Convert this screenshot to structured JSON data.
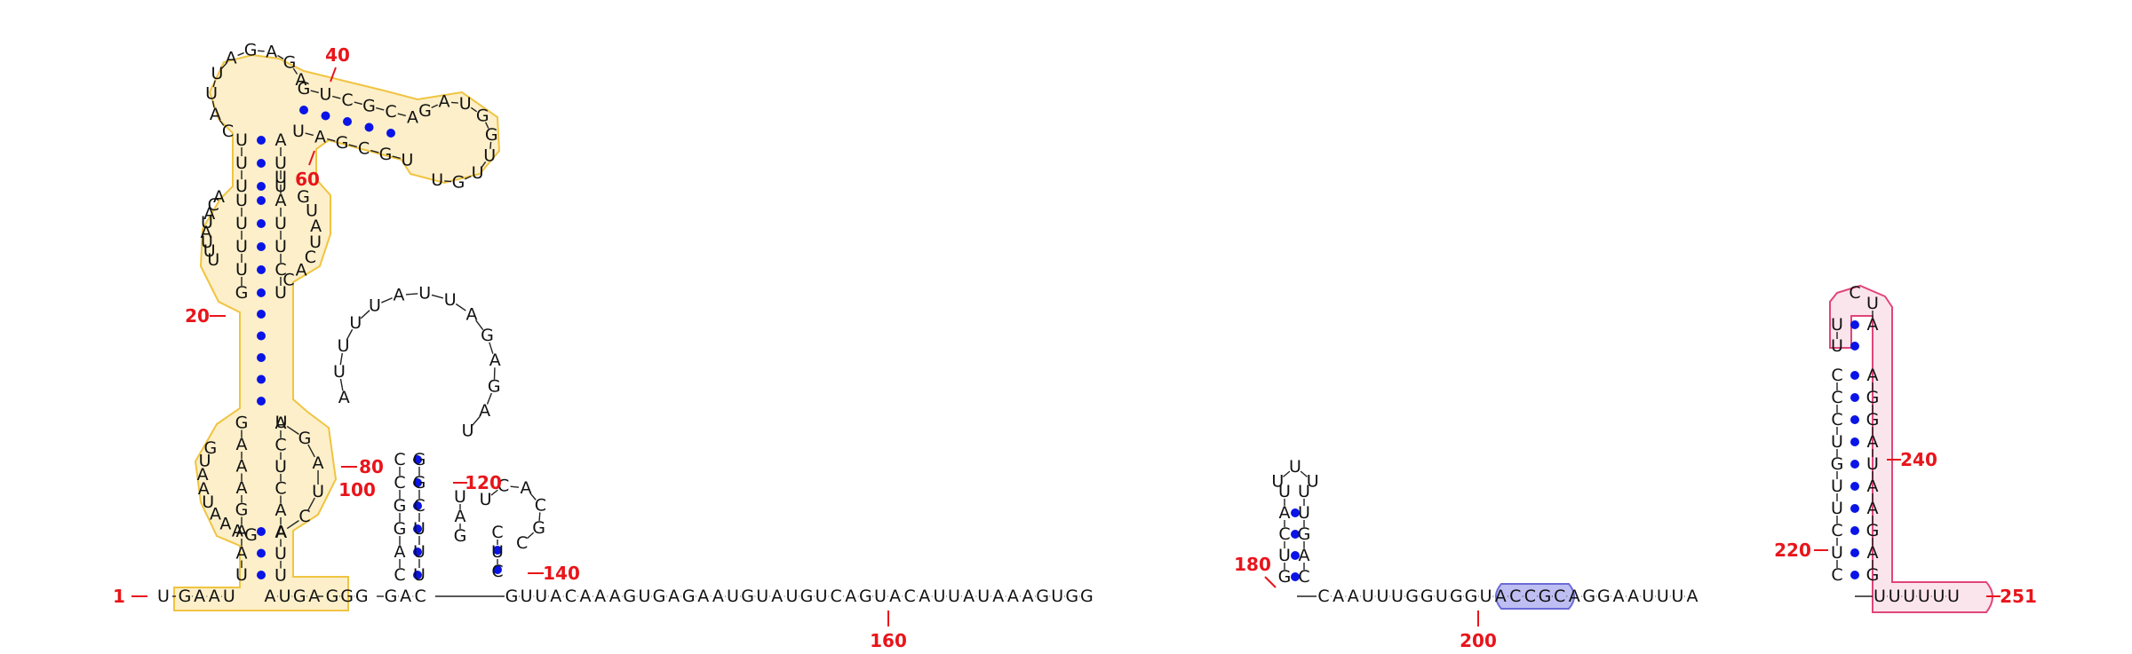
{
  "colors": {
    "domain_yellow_fill": "#fbe9b7",
    "domain_yellow_stroke": "#f0c441",
    "domain_blue_fill": "#a8a8ee",
    "domain_blue_stroke": "#6b6bd6",
    "domain_pink_fill": "#fadce6",
    "domain_pink_stroke": "#e0457b",
    "pair_dot": "#0a14e6",
    "number": "#e8151b",
    "nucleotide": "#111111"
  },
  "backbone_sequence": "UGAAUAUGAGGGGACGUUACAAAGUGAGAAUGUAUGUCAGUACAUUAUAAAGUGGCAAUUUGGUGGUACCGCAGGAAUUUAUUUUUU",
  "stems": {
    "left_outer": {
      "left": "GAAU",
      "right": "AUGA"
    },
    "lower_helix_5p": "GAAGAAAG",
    "lower_helix_3p": "UUAACUCAUU",
    "upper_helix_5p": "UUU",
    "upper_helix_3p": "AUU",
    "loop_stem_5p": "GUCGCA",
    "loop_stem_3p": "UAGCGU",
    "apical_loop_1": "CAUUAGAGA",
    "apical_loop_2": "GAUGGUUGU",
    "internal_loop_left": "ACUUUUUG",
    "internal_loop_right": "GUAUCAC",
    "bulge_left": "GUAAUAAAG",
    "bulge_right": "UGAU",
    "stem2_left": "CCGGAC",
    "stem2_right": "GGCUUU",
    "stem2_loop": "AUUUUAUUAGAGAU",
    "stem3_left": "UAG",
    "stem3_right": "CUCACGC",
    "stem4_left": "UACUG",
    "stem4_right": "UUGAC",
    "stem4_loop": "UUU",
    "stem5_left": "CCCUGUUCUC",
    "stem5_right": "AGGAUAAGAG",
    "stem5_loop": "UCU"
  },
  "numbers": {
    "n1": "1",
    "n20": "20",
    "n40": "40",
    "n60": "60",
    "n80": "80",
    "n100": "100",
    "n120": "120",
    "n140": "140",
    "n160": "160",
    "n180": "180",
    "n200": "200",
    "n220": "220",
    "n240": "240",
    "n251": "251"
  }
}
